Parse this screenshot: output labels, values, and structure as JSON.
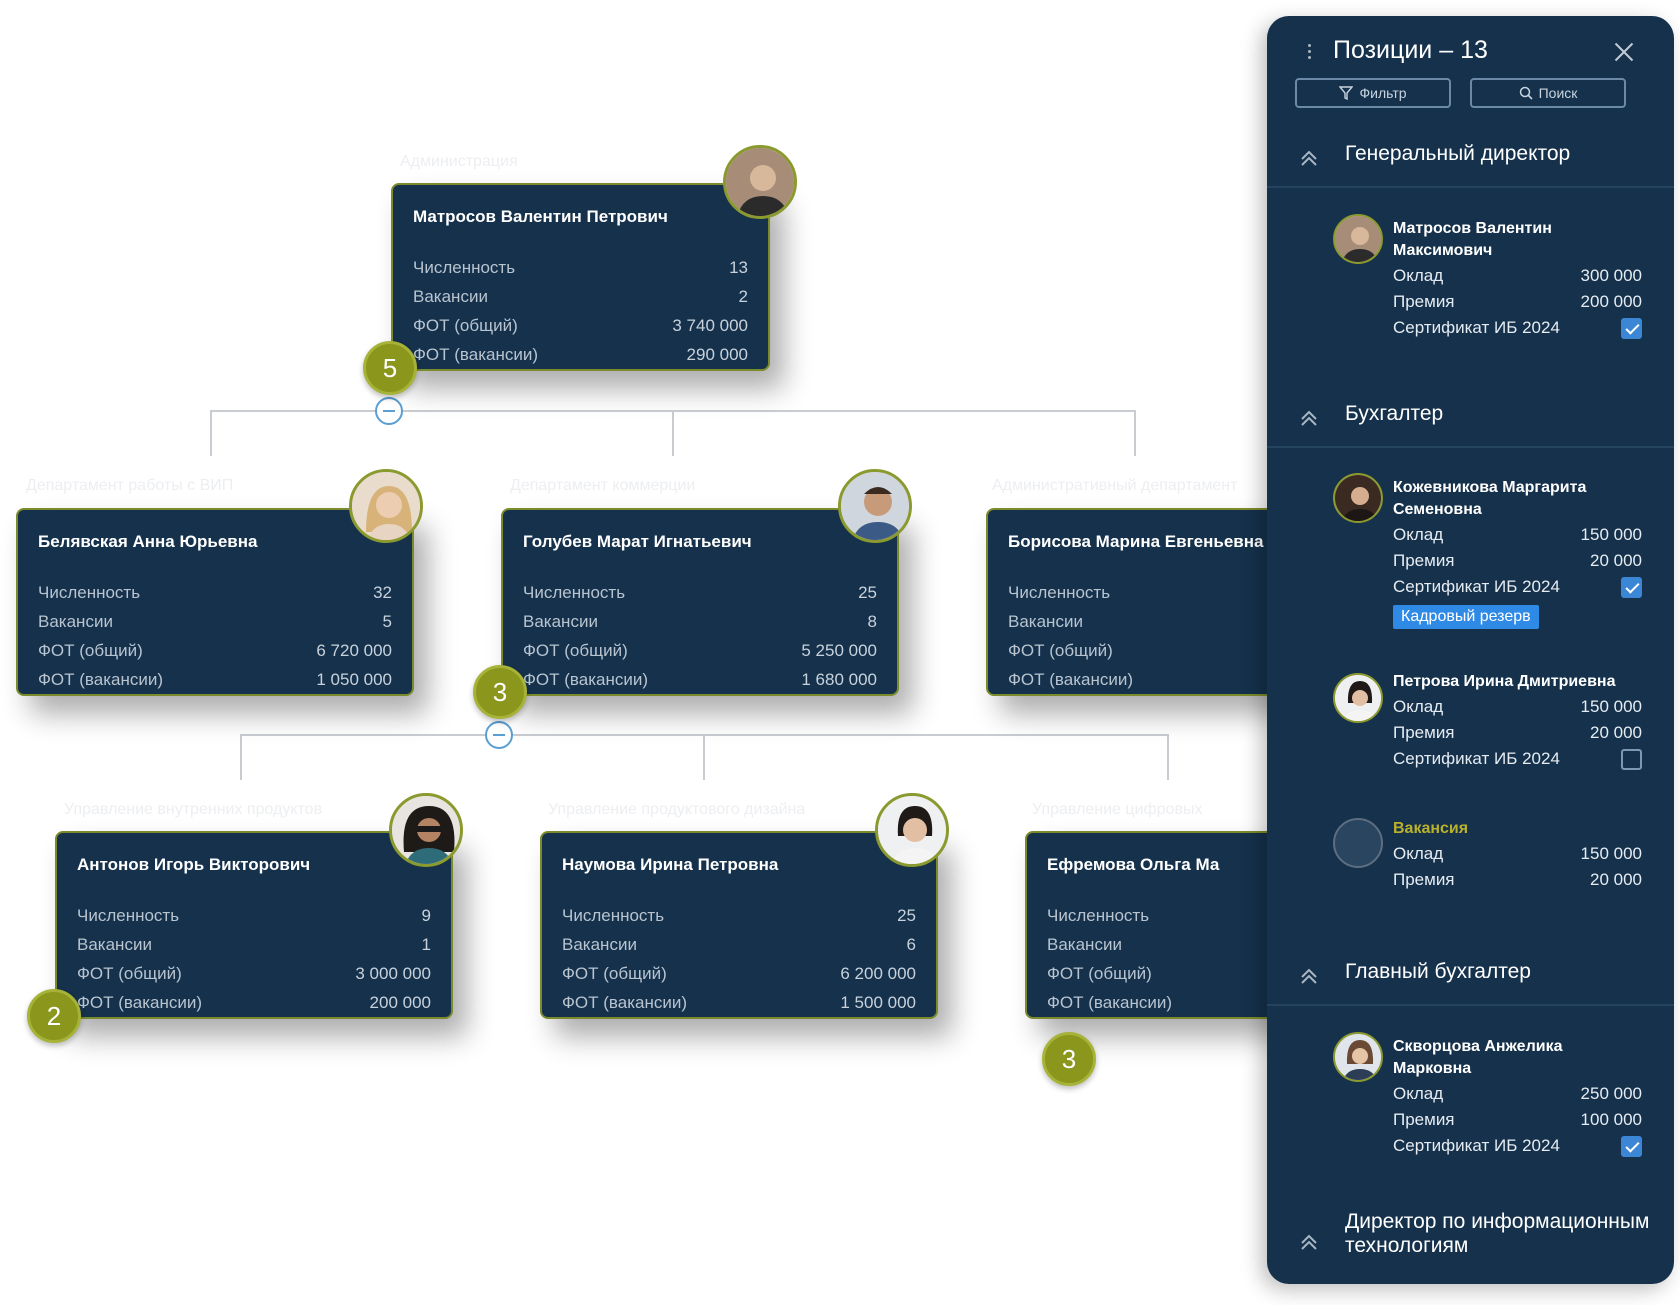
{
  "org_chart": {
    "departments": {
      "root": "Администрация",
      "d1": "Департамент работы с ВИП",
      "d2": "Департамент коммерции",
      "d3": "Административный департамент",
      "d4": "Управление внутренних продуктов",
      "d5": "Управление продуктового дизайна",
      "d6": "Управление цифровых"
    },
    "stat_labels": {
      "headcount": "Численность",
      "vacancies": "Вакансии",
      "payroll_total": "ФОТ (общий)",
      "payroll_vacancies": "ФОТ (вакансии)"
    },
    "cards": {
      "root": {
        "name": "Матросов Валентин Петрович",
        "headcount": "13",
        "vacancies": "2",
        "payroll_total": "3 740 000",
        "payroll_vacancies": "290 000",
        "children_count": "5"
      },
      "c1": {
        "name": "Белявская Анна Юрьевна",
        "headcount": "32",
        "vacancies": "5",
        "payroll_total": "6 720 000",
        "payroll_vacancies": "1 050 000"
      },
      "c2": {
        "name": "Голубев Марат Игнатьевич",
        "headcount": "25",
        "vacancies": "8",
        "payroll_total": "5 250 000",
        "payroll_vacancies": "1 680 000",
        "children_count": "3"
      },
      "c3": {
        "name": "Борисова Марина Евгеньевна",
        "headcount": "",
        "vacancies": "",
        "payroll_total": "",
        "payroll_vacancies": ""
      },
      "c4": {
        "name": "Антонов Игорь Викторович",
        "headcount": "9",
        "vacancies": "1",
        "payroll_total": "3 000 000",
        "payroll_vacancies": "200 000",
        "children_count": "2"
      },
      "c5": {
        "name": "Наумова Ирина Петровна",
        "headcount": "25",
        "vacancies": "6",
        "payroll_total": "6 200 000",
        "payroll_vacancies": "1 500 000"
      },
      "c6": {
        "name": "Ефремова Ольга Ма",
        "headcount": "",
        "vacancies": "",
        "payroll_total": "",
        "payroll_vacancies": "",
        "children_count": "3"
      }
    }
  },
  "panel": {
    "title": "Позиции – 13",
    "filter_label": "Фильтр",
    "search_label": "Поиск",
    "labels": {
      "salary": "Оклад",
      "bonus": "Премия",
      "cert": "Сертификат ИБ 2024",
      "vacancy": "Вакансия",
      "reserve_tag": "Кадровый резерв"
    },
    "sections": {
      "s1": {
        "title": "Генеральный директор"
      },
      "s2": {
        "title": "Бухгалтер"
      },
      "s3": {
        "title": "Главный бухгалтер"
      },
      "s4": {
        "title": "Директор по информационным технологиям"
      }
    },
    "employees": {
      "e1": {
        "name": "Матросов Валентин Максимович",
        "salary": "300 000",
        "bonus": "200 000",
        "cert": true
      },
      "e2": {
        "name": "Кожевникова Маргарита Семеновна",
        "salary": "150 000",
        "bonus": "20 000",
        "cert": true
      },
      "e3": {
        "name": "Петрова Ирина Дмитриевна",
        "salary": "150 000",
        "bonus": "20 000",
        "cert": false
      },
      "v1": {
        "salary": "150 000",
        "bonus": "20 000"
      },
      "e4": {
        "name": "Скворцова Анжелика Марковна",
        "salary": "250 000",
        "bonus": "100 000",
        "cert": true
      }
    }
  },
  "colors": {
    "card_bg": "#15314b",
    "card_border": "#7b8a2a",
    "badge": "#8a961c",
    "accent_blue": "#3c86d6",
    "vacancy": "#b9b12c"
  }
}
